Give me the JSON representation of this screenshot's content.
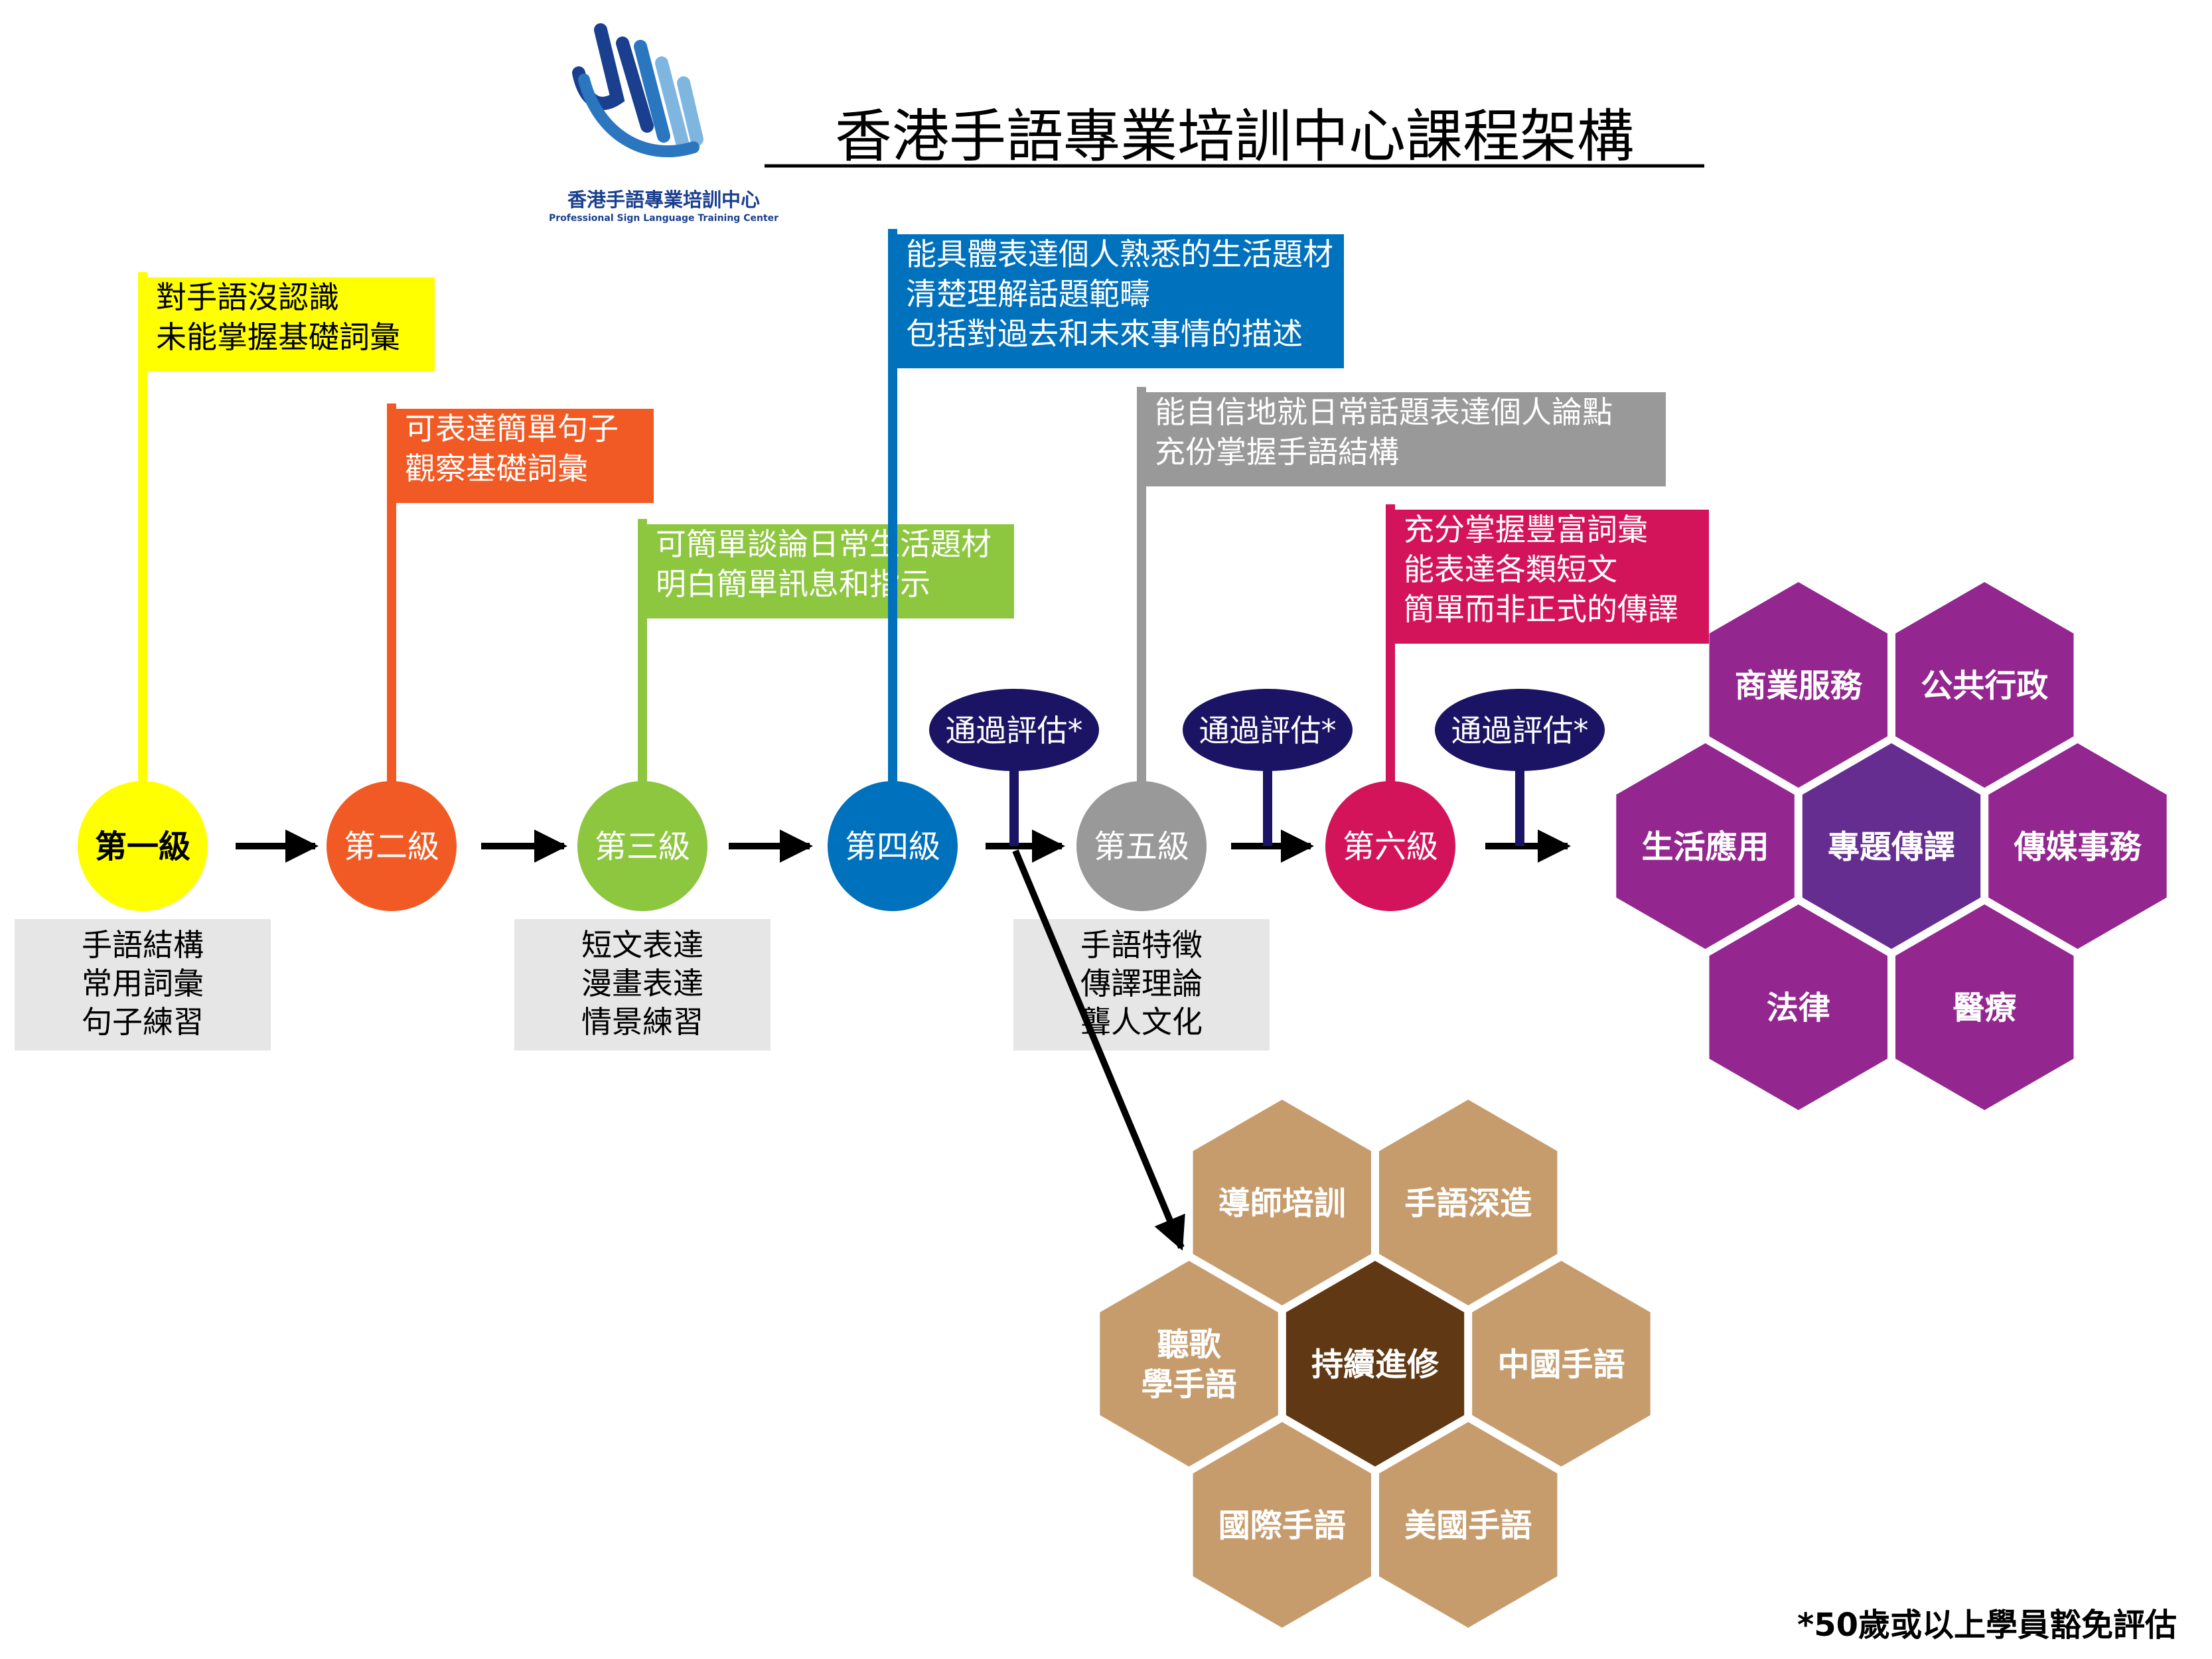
{
  "title": "香港手語專業培訓中心課程架構",
  "logo": {
    "name_zh": "香港手語專業培訓中心",
    "name_en": "Professional Sign Language Training Center",
    "colors": [
      "#1a3f8f",
      "#2a77c0",
      "#7fb6e0"
    ]
  },
  "levels": [
    {
      "label": "第一級",
      "color": "#ffff00",
      "text_color": "#000000",
      "flag_lines": [
        "對手語沒認識",
        "未能掌握基礎詞彙"
      ],
      "flag_text_color": "#000000"
    },
    {
      "label": "第二級",
      "color": "#f15a24",
      "text_color": "#ffffff",
      "flag_lines": [
        "可表達簡單句子",
        "觀察基礎詞彙"
      ],
      "flag_text_color": "#ffffff"
    },
    {
      "label": "第三級",
      "color": "#8dc63f",
      "text_color": "#ffffff",
      "flag_lines": [
        "可簡單談論日常生活題材",
        "明白簡單訊息和指示"
      ],
      "flag_text_color": "#ffffff"
    },
    {
      "label": "第四級",
      "color": "#0071bc",
      "text_color": "#ffffff",
      "flag_lines": [
        "能具體表達個人熟悉的生活題材",
        "清楚理解話題範疇",
        "包括對過去和未來事情的描述"
      ],
      "flag_text_color": "#ffffff"
    },
    {
      "label": "第五級",
      "color": "#999999",
      "text_color": "#ffffff",
      "flag_lines": [
        "能自信地就日常話題表達個人論點",
        "充份掌握手語結構"
      ],
      "flag_text_color": "#ffffff"
    },
    {
      "label": "第六級",
      "color": "#d4145a",
      "text_color": "#ffffff",
      "flag_lines": [
        "充分掌握豐富詞彙",
        "能表達各類短文",
        "簡單而非正式的傳譯"
      ],
      "flag_text_color": "#ffffff"
    }
  ],
  "topic_boxes": [
    [
      "手語結構",
      "常用詞彙",
      "句子練習"
    ],
    [
      "短文表達",
      "漫畫表達",
      "情景練習"
    ],
    [
      "手語特徵",
      "傳譯理論",
      "聾人文化"
    ]
  ],
  "assessment_label": "通過評估*",
  "assessment_color": "#1b1464",
  "purple_cluster": {
    "center": "專題傳譯",
    "center_color": "#662d91",
    "cell_color": "#93278f",
    "cells": [
      "商業服務",
      "公共行政",
      "生活應用",
      "傳媒事務",
      "法律",
      "醫療"
    ]
  },
  "brown_cluster": {
    "center": "持續進修",
    "center_color": "#603813",
    "cell_color": "#c69c6d",
    "cells": [
      "導師培訓",
      "手語深造",
      "聽歌\n學手語",
      "中國手語",
      "國際手語",
      "美國手語"
    ]
  },
  "footnote": "*50歲或以上學員豁免評估"
}
